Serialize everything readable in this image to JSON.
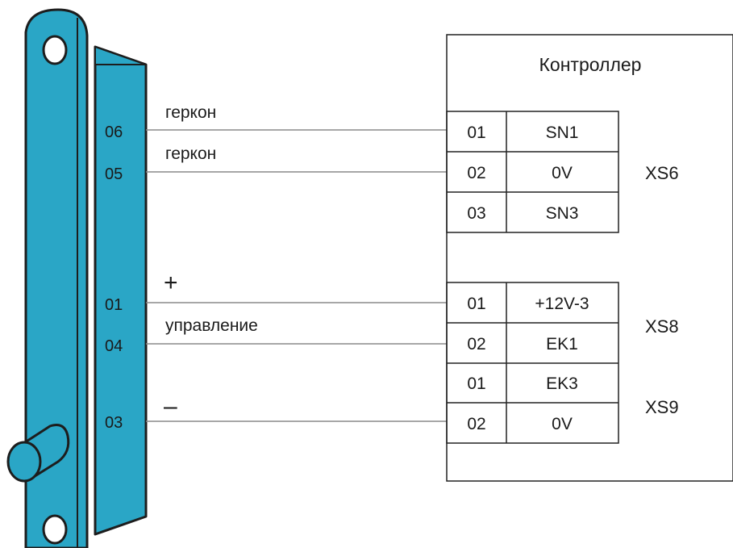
{
  "colors": {
    "device": "#2aa6c6",
    "device_stroke": "#1d1d1d",
    "wire": "#8a8a8a",
    "line": "#222222"
  },
  "device": {
    "icons": [
      "mount-hole-icon",
      "mount-hole-icon",
      "cylinder-bolt-icon"
    ],
    "pins": {
      "p06": "06",
      "p05": "05",
      "p01": "01",
      "p04": "04",
      "p03": "03"
    }
  },
  "wires": {
    "w06": "геркон",
    "w05": "геркон",
    "w01": "+",
    "w04": "управление",
    "w03": "–"
  },
  "controller": {
    "title": "Контроллер",
    "xs6": {
      "label": "XS6",
      "rows": [
        {
          "num": "01",
          "sig": "SN1"
        },
        {
          "num": "02",
          "sig": "0V"
        },
        {
          "num": "03",
          "sig": "SN3"
        }
      ]
    },
    "xs8": {
      "label": "XS8",
      "rows": [
        {
          "num": "01",
          "sig": "+12V-3"
        },
        {
          "num": "02",
          "sig": "EK1"
        }
      ]
    },
    "xs9": {
      "label": "XS9",
      "rows": [
        {
          "num": "01",
          "sig": "EK3"
        },
        {
          "num": "02",
          "sig": "0V"
        }
      ]
    }
  }
}
